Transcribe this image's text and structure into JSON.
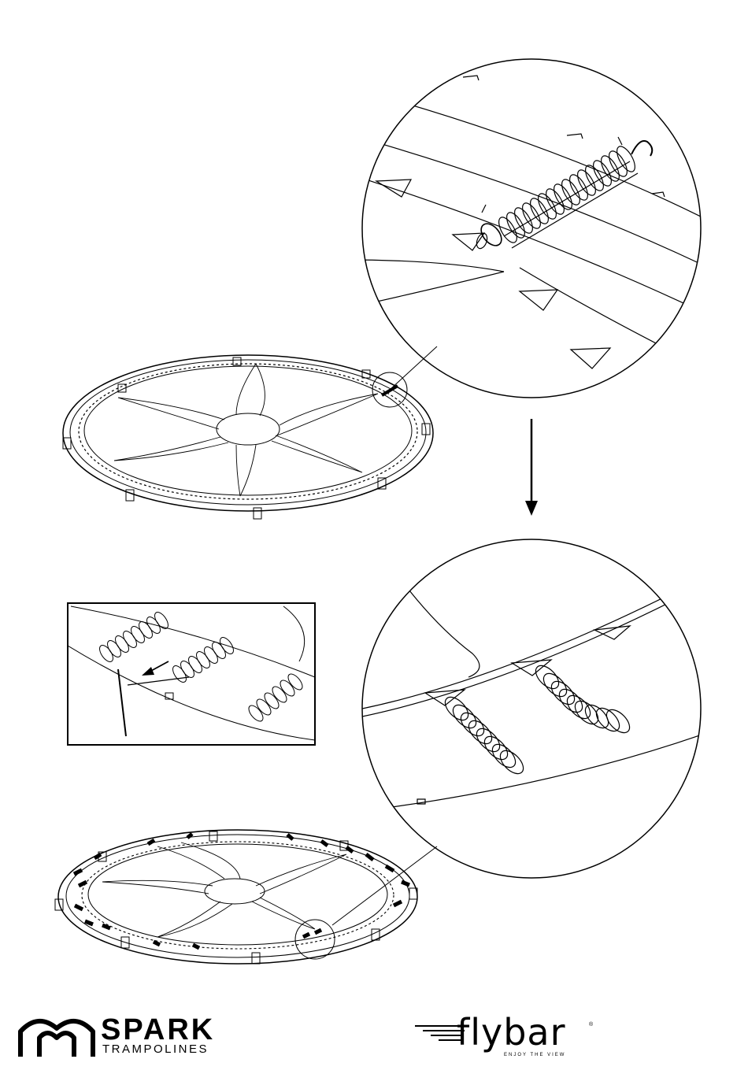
{
  "brands": {
    "spark": {
      "name": "SPARK",
      "subtitle": "TRAMPOLINES"
    },
    "flybar": {
      "name": "flybar",
      "tagline": "ENJOY THE VIEW",
      "registered": "®"
    }
  },
  "icons": {
    "down_arrow": "down-arrow-icon",
    "pull_arrow": "left-arrow-icon"
  }
}
